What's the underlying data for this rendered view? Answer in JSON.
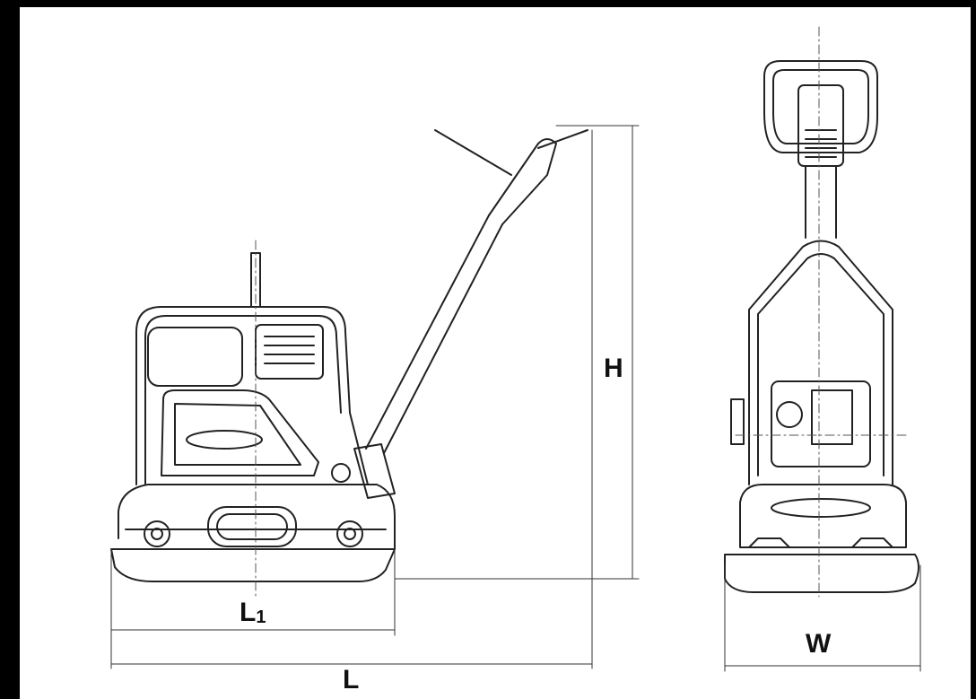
{
  "dimensions": {
    "height_label": "H",
    "length_label": "L",
    "base_length_label": "L",
    "base_length_sub": "1",
    "width_label": "W"
  },
  "colors": {
    "line": "#222222",
    "background": "#ffffff",
    "frame": "#000000"
  }
}
